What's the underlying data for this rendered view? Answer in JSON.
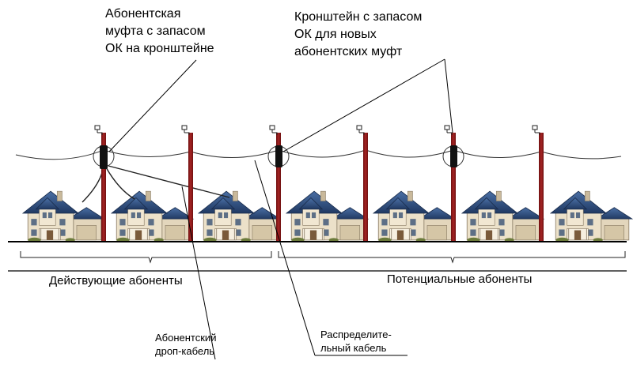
{
  "labels": {
    "subscriber_coupling_line1": "Абонентская",
    "subscriber_coupling_line2": "муфта с запасом",
    "subscriber_coupling_line3": "ОК на кронштейне",
    "bracket_line1": "Кронштейн с запасом",
    "bracket_line2": "ОК для новых",
    "bracket_line3": "абонентских муфт",
    "active_subscribers": "Действующие абоненты",
    "potential_subscribers": "Потенциальные абоненты",
    "drop_cable_line1": "Абонентский",
    "drop_cable_line2": "дроп-кабель",
    "distribution_cable_line1": "Распределите-",
    "distribution_cable_line2": "льный кабель"
  },
  "colors": {
    "pole": "#8b1a1a",
    "roof": "#2e4f7f",
    "wall": "#e8dcc4",
    "ground": "#000000"
  },
  "counts": {
    "houses": 7,
    "poles": 6,
    "couplings": 3
  }
}
